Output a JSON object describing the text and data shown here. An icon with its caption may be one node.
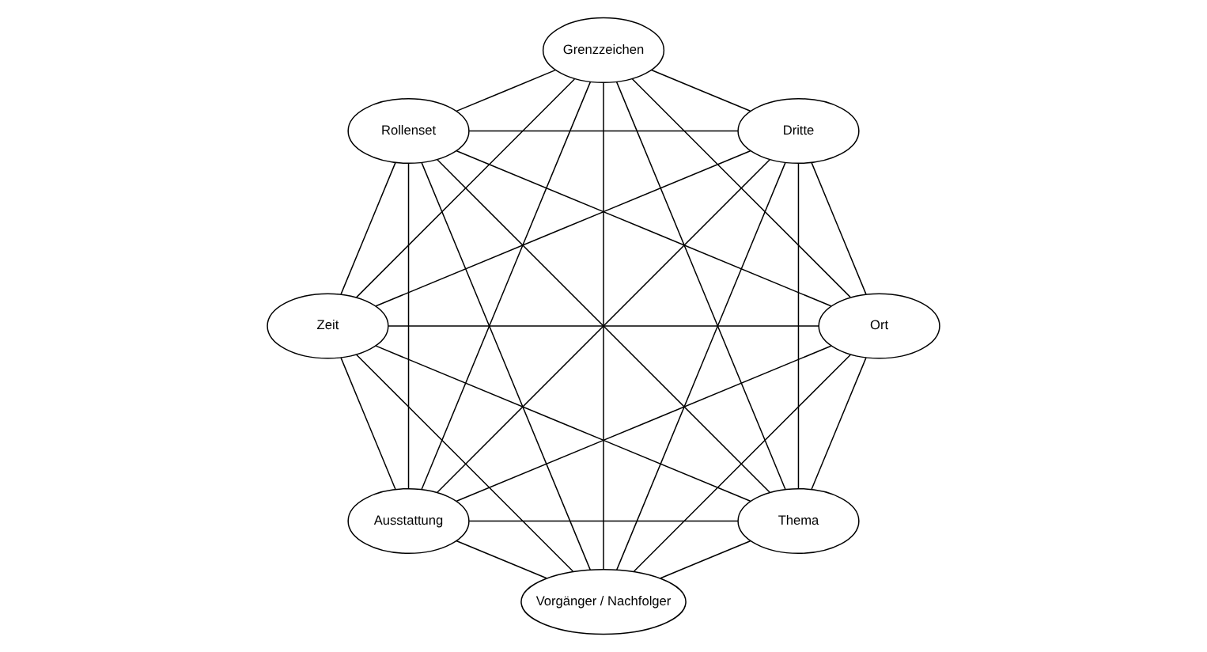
{
  "diagram": {
    "nodes": [
      {
        "text": [
          "Thema"
        ]
      },
      {
        "text": [
          "Vorgänger / Nachfolger"
        ]
      },
      {
        "text": [
          "Ort"
        ]
      },
      {
        "text": [
          "Dritte"
        ]
      },
      {
        "text": [
          "Ausstattung"
        ]
      },
      {
        "text": [
          "Grenzzeichen"
        ]
      },
      {
        "text": [
          "Zeit"
        ]
      },
      {
        "text": [
          "Rollenset"
        ]
      }
    ],
    "edges": [
      {
        "from": 0,
        "to": 1,
        "arrow": "none"
      },
      {
        "from": 0,
        "to": 2,
        "arrow": "none"
      },
      {
        "from": 0,
        "to": 3,
        "arrow": "none"
      },
      {
        "from": 0,
        "to": 4,
        "arrow": "none"
      },
      {
        "from": 0,
        "to": 5,
        "arrow": "none"
      },
      {
        "from": 0,
        "to": 6,
        "arrow": "none"
      },
      {
        "from": 0,
        "to": 7,
        "arrow": "none"
      },
      {
        "from": 1,
        "to": 2,
        "arrow": "none"
      },
      {
        "from": 1,
        "to": 3,
        "arrow": "none"
      },
      {
        "from": 1,
        "to": 4,
        "arrow": "none"
      },
      {
        "from": 1,
        "to": 5,
        "arrow": "none"
      },
      {
        "from": 1,
        "to": 6,
        "arrow": "none"
      },
      {
        "from": 1,
        "to": 7,
        "arrow": "none"
      },
      {
        "from": 2,
        "to": 3,
        "arrow": "none"
      },
      {
        "from": 2,
        "to": 4,
        "arrow": "none"
      },
      {
        "from": 2,
        "to": 5,
        "arrow": "none"
      },
      {
        "from": 2,
        "to": 6,
        "arrow": "none"
      },
      {
        "from": 2,
        "to": 7,
        "arrow": "none"
      },
      {
        "from": 3,
        "to": 4,
        "arrow": "none"
      },
      {
        "from": 3,
        "to": 5,
        "arrow": "none"
      },
      {
        "from": 3,
        "to": 6,
        "arrow": "none"
      },
      {
        "from": 3,
        "to": 7,
        "arrow": "none"
      },
      {
        "from": 4,
        "to": 5,
        "arrow": "none"
      },
      {
        "from": 4,
        "to": 6,
        "arrow": "none"
      },
      {
        "from": 4,
        "to": 7,
        "arrow": "none"
      },
      {
        "from": 5,
        "to": 6,
        "arrow": "none"
      },
      {
        "from": 5,
        "to": 7,
        "arrow": "none"
      },
      {
        "from": 6,
        "to": 7,
        "arrow": "none"
      }
    ]
  }
}
